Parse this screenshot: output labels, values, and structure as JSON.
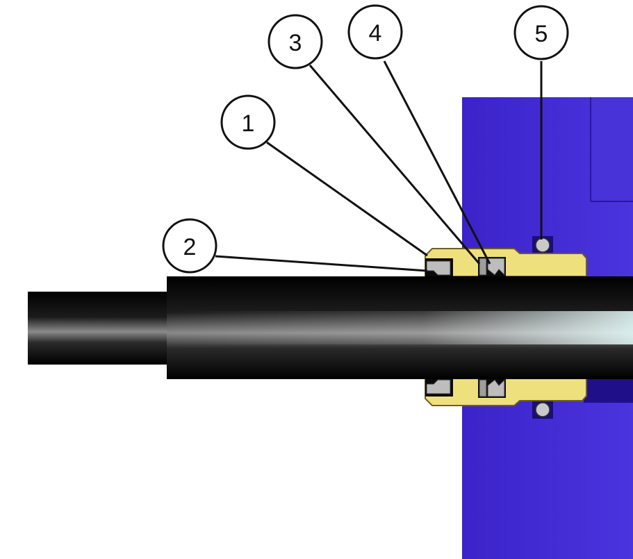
{
  "diagram": {
    "callouts": [
      {
        "number": "1"
      },
      {
        "number": "2"
      },
      {
        "number": "3"
      },
      {
        "number": "4"
      },
      {
        "number": "5"
      }
    ]
  },
  "colors": {
    "housing": "#3a20c8",
    "housing_dark": "#2a1699",
    "gland": "#efe07e",
    "gland_edge": "#8b7a3a",
    "rod": "#0a0a0a",
    "seal": "#bdbdbd",
    "outline": "#111111"
  }
}
